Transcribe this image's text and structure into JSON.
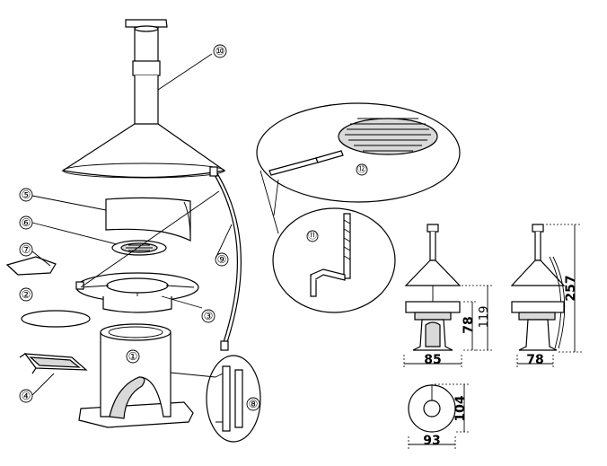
{
  "callouts": {
    "c1": "①",
    "c2": "②",
    "c3": "③",
    "c4": "④",
    "c5": "⑤",
    "c6": "⑥",
    "c7": "⑦",
    "c8": "⑧",
    "c9": "⑨",
    "c10": "⑩",
    "c11": "⑪",
    "c12": "⑫"
  },
  "dimensions": {
    "front_height_upper": "119",
    "front_height_lower": "78",
    "front_width": "85",
    "side_height": "257",
    "side_width": "78",
    "top_depth": "104",
    "top_width": "93"
  }
}
